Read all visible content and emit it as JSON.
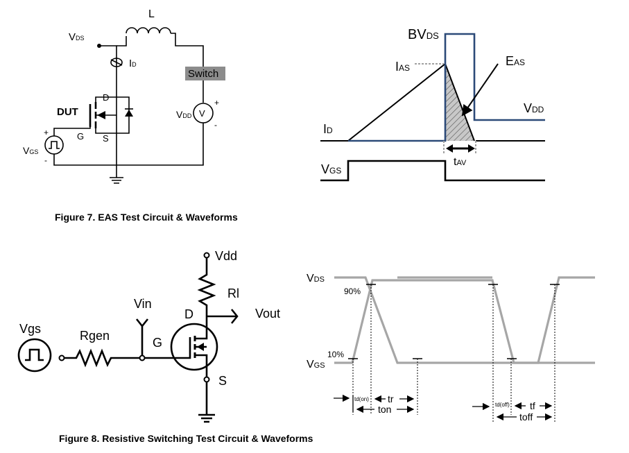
{
  "fig7": {
    "caption": "Figure 7. EAS Test Circuit & Waveforms",
    "circuit": {
      "vds": "V",
      "vds_sub": "DS",
      "l": "L",
      "id": "I",
      "id_sub": "D",
      "switch": "Switch",
      "dut": "DUT",
      "d": "D",
      "g": "G",
      "s": "S",
      "vdd": "V",
      "vdd_sub": "DD",
      "vgs": "V",
      "vgs_sub": "GS",
      "plus": "+",
      "minus": "-",
      "meter": "V"
    },
    "waveform": {
      "bvds": "BV",
      "bvds_sub": "DS",
      "ias": "I",
      "ias_sub": "AS",
      "eas": "E",
      "eas_sub": "AS",
      "vdd": "V",
      "vdd_sub": "DD",
      "id": "I",
      "id_sub": "D",
      "vgs": "V",
      "vgs_sub": "GS",
      "tav": "t",
      "tav_sub": "AV"
    }
  },
  "fig8": {
    "caption": "Figure 8.  Resistive Switching Test Circuit & Waveforms",
    "circuit": {
      "vdd": "Vdd",
      "rl": "Rl",
      "vout": "Vout",
      "vin": "Vin",
      "d": "D",
      "g": "G",
      "s": "S",
      "vgs": "Vgs",
      "rgen": "Rgen"
    },
    "waveform": {
      "vds": "V",
      "vds_sub": "DS",
      "vgs": "V",
      "vgs_sub": "GS",
      "p90": "90%",
      "p10": "10%",
      "tdon": "td(on)",
      "tr": "tr",
      "ton": "ton",
      "tdoff": "td(off)",
      "tf": "tf",
      "toff": "toff"
    }
  },
  "colors": {
    "blue": "#2c4a78",
    "gray": "#a6a6a6",
    "switch_bg": "#8c8c8c"
  }
}
